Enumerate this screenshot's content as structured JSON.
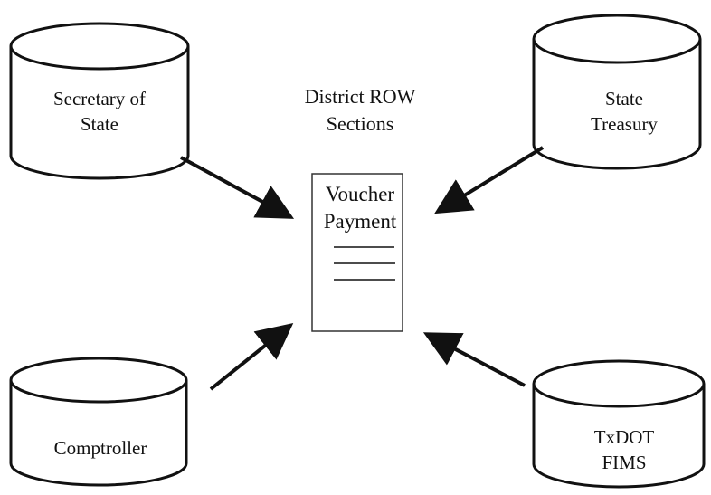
{
  "center": {
    "title_line1": "District ROW",
    "title_line2": "Sections",
    "document_line1": "Voucher",
    "document_line2": "Payment"
  },
  "databases": {
    "top_left": {
      "line1": "Secretary of",
      "line2": "State"
    },
    "top_right": {
      "line1": "State",
      "line2": "Treasury"
    },
    "bottom_left": {
      "line1": "Comptroller"
    },
    "bottom_right": {
      "line1": "TxDOT",
      "line2": "FIMS"
    }
  },
  "colors": {
    "stroke": "#111111",
    "background": "#ffffff"
  }
}
